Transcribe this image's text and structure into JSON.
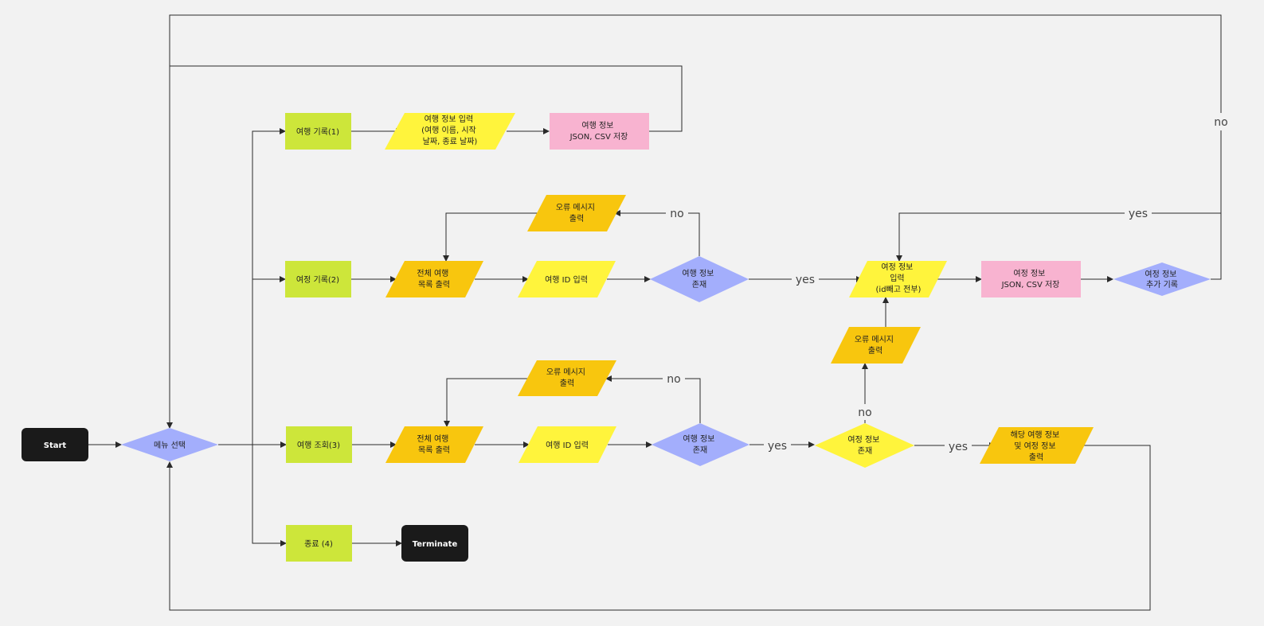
{
  "colors": {
    "background": "#f2f2f2",
    "terminal": "#1a1a1a",
    "decision_menu": "#a3aefc",
    "process_green": "#cde63a",
    "io_yellow": "#fff43c",
    "io_orange": "#f8c60e",
    "storage_pink": "#f8b3d0",
    "decision_yellow": "#fff43c"
  },
  "nodes": {
    "start": "Start",
    "menu": "메뉴 선택",
    "record_trip": "여행 기록(1)",
    "trip_input": [
      "여행 정보 입력",
      "(여행 이름, 시작",
      "날짜, 종료 날짜)"
    ],
    "trip_save": [
      "여행 정보",
      "JSON, CSV 저장"
    ],
    "record_itinerary": "여정 기록(2)",
    "list_all_2": [
      "전체 여행",
      "목록 출력"
    ],
    "trip_id_input_2": "여행 ID 입력",
    "trip_exists_2": [
      "여행 정보",
      "존재"
    ],
    "error_msg_2": [
      "오류 메시지",
      "출력"
    ],
    "itin_input": [
      "여정 정보",
      "입력",
      "(id빼고 전부)"
    ],
    "itin_save": [
      "여정 정보",
      "JSON, CSV 저장"
    ],
    "itin_more": [
      "여정 정보",
      "추가 기록"
    ],
    "error_msg_itin": [
      "오류 메시지",
      "출력"
    ],
    "view_itinerary": "여행 조회(3)",
    "list_all_3": [
      "전체 여행",
      "목록 출력"
    ],
    "trip_id_input_3": "여행 ID 입력",
    "trip_exists_3": [
      "여행 정보",
      "존재"
    ],
    "error_msg_3": [
      "오류 메시지",
      "출력"
    ],
    "itin_exists": [
      "여정 정보",
      "존재"
    ],
    "output_info": [
      "해당 여행 정보",
      "및 여정 정보",
      "출력"
    ],
    "quit": "종료 (4)",
    "terminate": "Terminate"
  },
  "edge_labels": {
    "no_exists_2": "no",
    "yes_exists_2": "yes",
    "yes_more": "yes",
    "no_more": "no",
    "no_exists_3": "no",
    "yes_exists_3": "yes",
    "no_itin_exists": "no",
    "yes_itin_exists": "yes"
  }
}
